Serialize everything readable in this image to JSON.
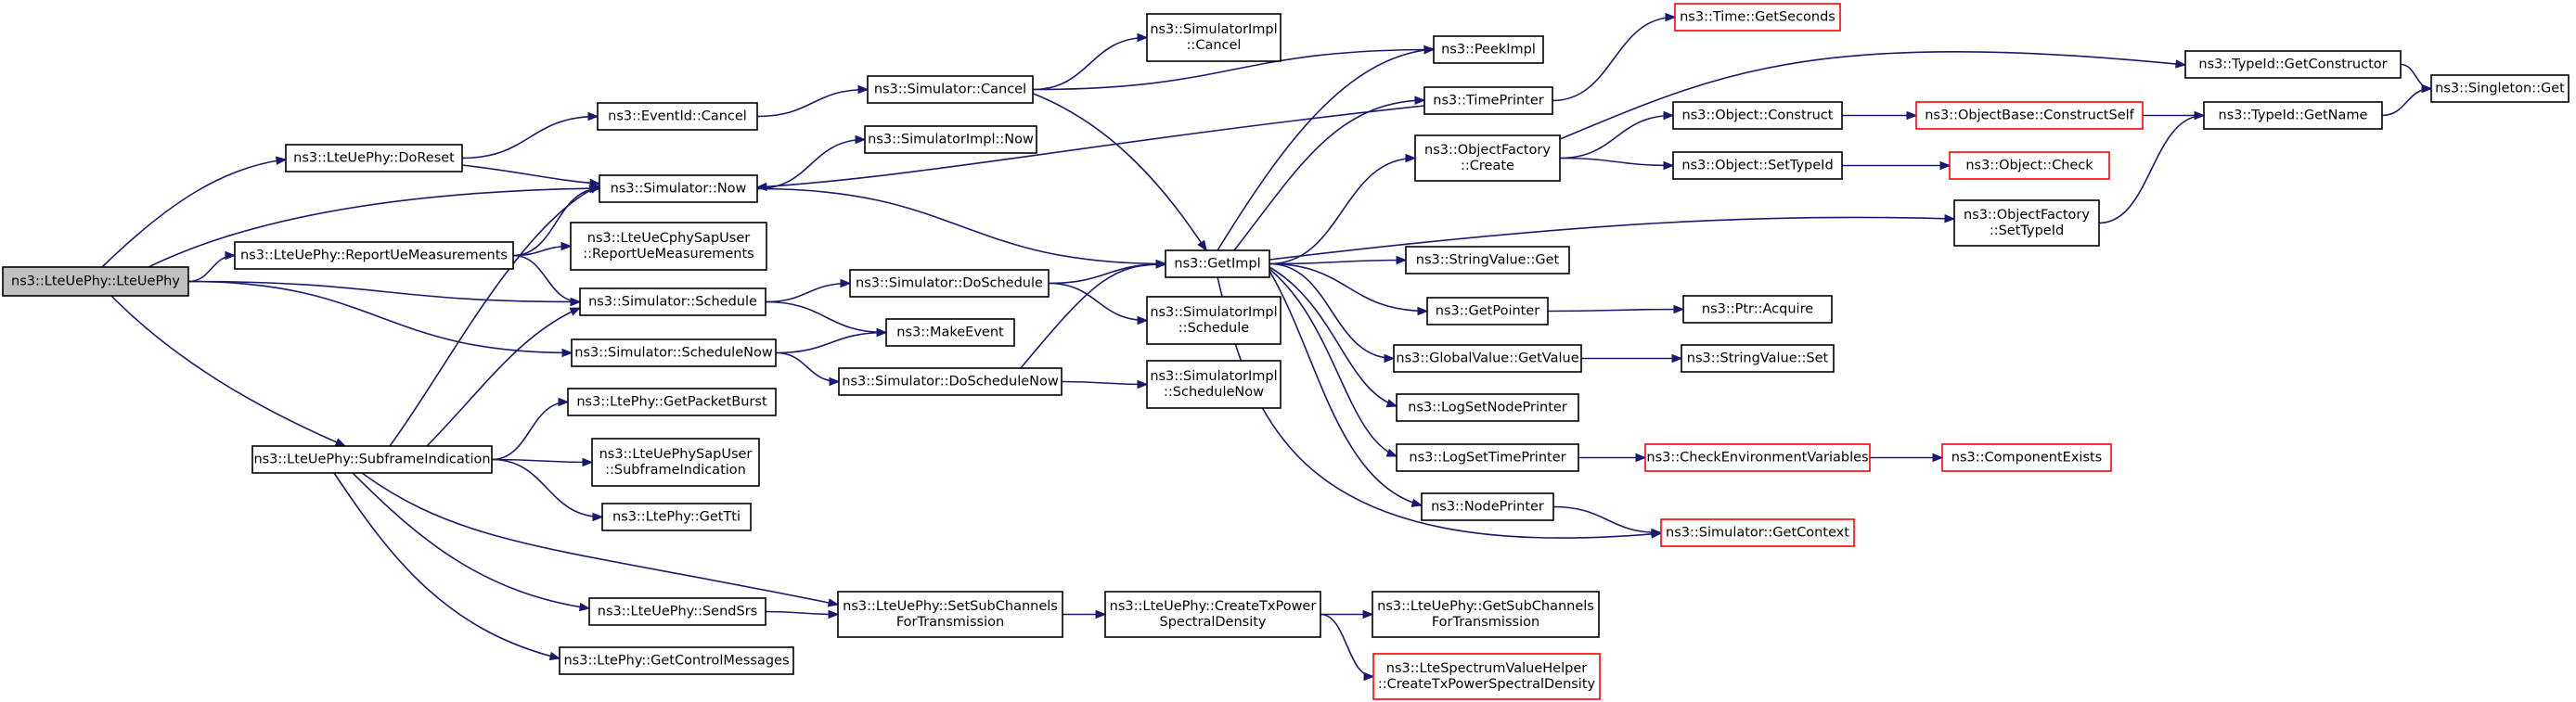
{
  "graph": {
    "root_fill": "#bfbfbf",
    "edge_color": "#191970",
    "node_border": "#000000",
    "truncated_node_border": "#ff0000",
    "nodes": [
      {
        "id": "lteuephy_ctor",
        "lines": [
          "ns3::LteUePhy::LteUePhy"
        ],
        "style": "root"
      },
      {
        "id": "doreset",
        "lines": [
          "ns3::LteUePhy::DoReset"
        ]
      },
      {
        "id": "reportue",
        "lines": [
          "ns3::LteUePhy::ReportUeMeasurements"
        ]
      },
      {
        "id": "subframe",
        "lines": [
          "ns3::LteUePhy::SubframeIndication"
        ]
      },
      {
        "id": "eventid_cancel",
        "lines": [
          "ns3::EventId::Cancel"
        ]
      },
      {
        "id": "sim_now",
        "lines": [
          "ns3::Simulator::Now"
        ]
      },
      {
        "id": "sim_schedule",
        "lines": [
          "ns3::Simulator::Schedule"
        ]
      },
      {
        "id": "sim_schedulenow",
        "lines": [
          "ns3::Simulator::ScheduleNow"
        ]
      },
      {
        "id": "cphysap_report",
        "lines": [
          "ns3::LteUeCphySapUser",
          "::ReportUeMeasurements"
        ]
      },
      {
        "id": "getpacketburst",
        "lines": [
          "ns3::LtePhy::GetPacketBurst"
        ]
      },
      {
        "id": "physap_subframe",
        "lines": [
          "ns3::LteUePhySapUser",
          "::SubframeIndication"
        ]
      },
      {
        "id": "gettti",
        "lines": [
          "ns3::LtePhy::GetTti"
        ]
      },
      {
        "id": "sendsrs",
        "lines": [
          "ns3::LteUePhy::SendSrs"
        ]
      },
      {
        "id": "getcontrolmessages",
        "lines": [
          "ns3::LtePhy::GetControlMessages"
        ]
      },
      {
        "id": "sim_cancel",
        "lines": [
          "ns3::Simulator::Cancel"
        ]
      },
      {
        "id": "simimpl_now",
        "lines": [
          "ns3::SimulatorImpl::Now"
        ]
      },
      {
        "id": "sim_doschedule",
        "lines": [
          "ns3::Simulator::DoSchedule"
        ]
      },
      {
        "id": "makeevent",
        "lines": [
          "ns3::MakeEvent"
        ]
      },
      {
        "id": "sim_doschedulenow",
        "lines": [
          "ns3::Simulator::DoScheduleNow"
        ]
      },
      {
        "id": "setsubchannels",
        "lines": [
          "ns3::LteUePhy::SetSubChannels",
          "ForTransmission"
        ]
      },
      {
        "id": "simimpl_cancel",
        "lines": [
          "ns3::SimulatorImpl",
          "::Cancel"
        ]
      },
      {
        "id": "simimpl_schedule",
        "lines": [
          "ns3::SimulatorImpl",
          "::Schedule"
        ]
      },
      {
        "id": "simimpl_schedulenow",
        "lines": [
          "ns3::SimulatorImpl",
          "::ScheduleNow"
        ]
      },
      {
        "id": "createtxpsd",
        "lines": [
          "ns3::LteUePhy::CreateTxPower",
          "SpectralDensity"
        ]
      },
      {
        "id": "getimpl",
        "lines": [
          "ns3::GetImpl"
        ]
      },
      {
        "id": "peekimpl",
        "lines": [
          "ns3::PeekImpl"
        ]
      },
      {
        "id": "timeprinter",
        "lines": [
          "ns3::TimePrinter"
        ]
      },
      {
        "id": "objectfactory_create",
        "lines": [
          "ns3::ObjectFactory",
          "::Create"
        ]
      },
      {
        "id": "stringvalue_get",
        "lines": [
          "ns3::StringValue::Get"
        ]
      },
      {
        "id": "getpointer",
        "lines": [
          "ns3::GetPointer"
        ]
      },
      {
        "id": "globalvalue_getvalue",
        "lines": [
          "ns3::GlobalValue::GetValue"
        ]
      },
      {
        "id": "logsetnodeprinter",
        "lines": [
          "ns3::LogSetNodePrinter"
        ]
      },
      {
        "id": "logsettimeprinter",
        "lines": [
          "ns3::LogSetTimePrinter"
        ]
      },
      {
        "id": "nodeprinter",
        "lines": [
          "ns3::NodePrinter"
        ]
      },
      {
        "id": "getsubchannels",
        "lines": [
          "ns3::LteUePhy::GetSubChannels",
          "ForTransmission"
        ]
      },
      {
        "id": "spectrumhelper",
        "lines": [
          "ns3::LteSpectrumValueHelper",
          "::CreateTxPowerSpectralDensity"
        ],
        "style": "red"
      },
      {
        "id": "time_getseconds",
        "lines": [
          "ns3::Time::GetSeconds"
        ],
        "style": "red"
      },
      {
        "id": "object_construct",
        "lines": [
          "ns3::Object::Construct"
        ]
      },
      {
        "id": "object_settypeid",
        "lines": [
          "ns3::Object::SetTypeId"
        ]
      },
      {
        "id": "ptr_acquire",
        "lines": [
          "ns3::Ptr::Acquire"
        ]
      },
      {
        "id": "stringvalue_set",
        "lines": [
          "ns3::StringValue::Set"
        ]
      },
      {
        "id": "checkenv",
        "lines": [
          "ns3::CheckEnvironmentVariables"
        ],
        "style": "red"
      },
      {
        "id": "sim_getcontext",
        "lines": [
          "ns3::Simulator::GetContext"
        ],
        "style": "red"
      },
      {
        "id": "objectbase_constructself",
        "lines": [
          "ns3::ObjectBase::ConstructSelf"
        ],
        "style": "red"
      },
      {
        "id": "object_check",
        "lines": [
          "ns3::Object::Check"
        ],
        "style": "red"
      },
      {
        "id": "componentexists",
        "lines": [
          "ns3::ComponentExists"
        ],
        "style": "red"
      },
      {
        "id": "typeid_getconstructor",
        "lines": [
          "ns3::TypeId::GetConstructor"
        ]
      },
      {
        "id": "typeid_getname",
        "lines": [
          "ns3::TypeId::GetName"
        ]
      },
      {
        "id": "objectfactory_settypeid",
        "lines": [
          "ns3::ObjectFactory",
          "::SetTypeId"
        ]
      },
      {
        "id": "singleton_get",
        "lines": [
          "ns3::Singleton::Get"
        ]
      }
    ],
    "edges": [
      [
        "lteuephy_ctor",
        "doreset"
      ],
      [
        "lteuephy_ctor",
        "sim_now"
      ],
      [
        "lteuephy_ctor",
        "reportue"
      ],
      [
        "lteuephy_ctor",
        "sim_schedule"
      ],
      [
        "lteuephy_ctor",
        "sim_schedulenow"
      ],
      [
        "lteuephy_ctor",
        "subframe"
      ],
      [
        "doreset",
        "eventid_cancel"
      ],
      [
        "doreset",
        "sim_now"
      ],
      [
        "eventid_cancel",
        "sim_cancel"
      ],
      [
        "reportue",
        "sim_now"
      ],
      [
        "reportue",
        "cphysap_report"
      ],
      [
        "reportue",
        "sim_schedule"
      ],
      [
        "subframe",
        "sim_now"
      ],
      [
        "subframe",
        "sim_schedule"
      ],
      [
        "subframe",
        "getpacketburst"
      ],
      [
        "subframe",
        "physap_subframe"
      ],
      [
        "subframe",
        "gettti"
      ],
      [
        "subframe",
        "sendsrs"
      ],
      [
        "subframe",
        "getcontrolmessages"
      ],
      [
        "subframe",
        "setsubchannels"
      ],
      [
        "sim_cancel",
        "simimpl_cancel"
      ],
      [
        "sim_cancel",
        "peekimpl"
      ],
      [
        "sim_cancel",
        "getimpl"
      ],
      [
        "sim_now",
        "simimpl_now"
      ],
      [
        "sim_now",
        "getimpl"
      ],
      [
        "sim_schedule",
        "sim_doschedule"
      ],
      [
        "sim_schedule",
        "makeevent"
      ],
      [
        "sim_schedulenow",
        "makeevent"
      ],
      [
        "sim_schedulenow",
        "sim_doschedulenow"
      ],
      [
        "sim_doschedule",
        "getimpl"
      ],
      [
        "sim_doschedule",
        "simimpl_schedule"
      ],
      [
        "sim_doschedulenow",
        "getimpl"
      ],
      [
        "sim_doschedulenow",
        "simimpl_schedulenow"
      ],
      [
        "sendsrs",
        "setsubchannels"
      ],
      [
        "setsubchannels",
        "createtxpsd"
      ],
      [
        "createtxpsd",
        "getsubchannels"
      ],
      [
        "createtxpsd",
        "spectrumhelper"
      ],
      [
        "getimpl",
        "peekimpl"
      ],
      [
        "getimpl",
        "timeprinter"
      ],
      [
        "getimpl",
        "objectfactory_create"
      ],
      [
        "getimpl",
        "objectfactory_settypeid"
      ],
      [
        "getimpl",
        "stringvalue_get"
      ],
      [
        "getimpl",
        "getpointer"
      ],
      [
        "getimpl",
        "globalvalue_getvalue"
      ],
      [
        "getimpl",
        "logsetnodeprinter"
      ],
      [
        "getimpl",
        "logsettimeprinter"
      ],
      [
        "getimpl",
        "nodeprinter"
      ],
      [
        "getimpl",
        "sim_getcontext"
      ],
      [
        "timeprinter",
        "time_getseconds"
      ],
      [
        "timeprinter",
        "sim_now"
      ],
      [
        "objectfactory_create",
        "object_construct"
      ],
      [
        "objectfactory_create",
        "object_settypeid"
      ],
      [
        "objectfactory_create",
        "typeid_getconstructor"
      ],
      [
        "object_construct",
        "objectbase_constructself"
      ],
      [
        "object_settypeid",
        "object_check"
      ],
      [
        "objectbase_constructself",
        "typeid_getname"
      ],
      [
        "typeid_getconstructor",
        "singleton_get"
      ],
      [
        "typeid_getname",
        "singleton_get"
      ],
      [
        "objectfactory_settypeid",
        "typeid_getname"
      ],
      [
        "getpointer",
        "ptr_acquire"
      ],
      [
        "globalvalue_getvalue",
        "stringvalue_set"
      ],
      [
        "logsettimeprinter",
        "checkenv"
      ],
      [
        "checkenv",
        "componentexists"
      ],
      [
        "nodeprinter",
        "sim_getcontext"
      ]
    ]
  }
}
